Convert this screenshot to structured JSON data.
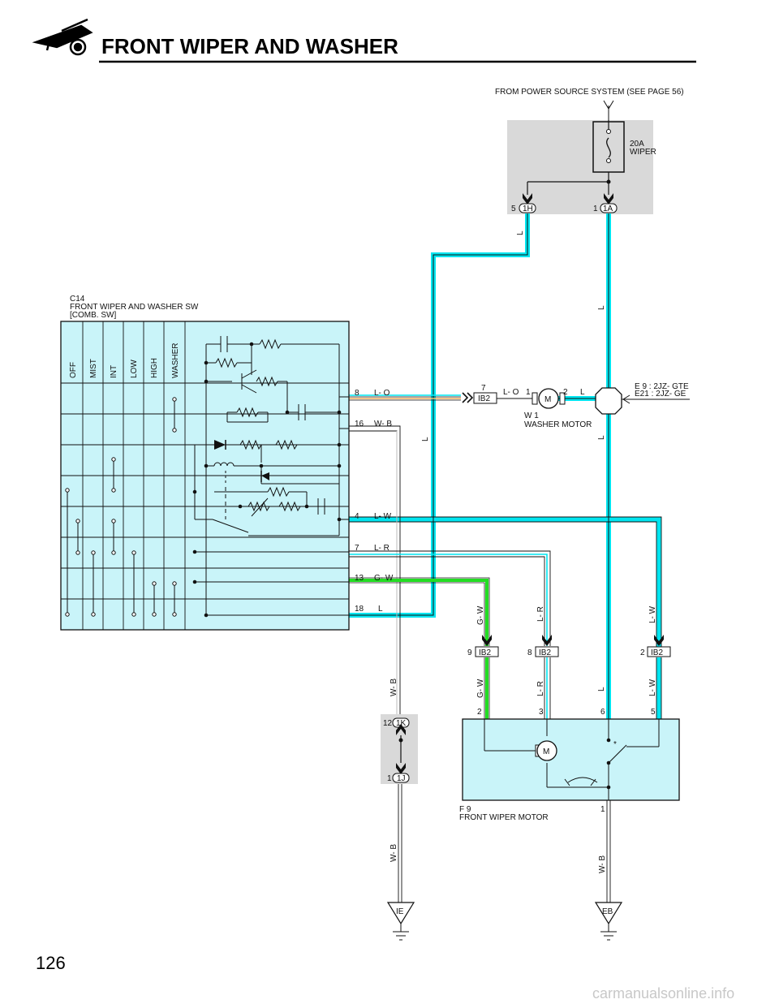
{
  "header": {
    "title": "FRONT WIPER AND WASHER"
  },
  "power": {
    "source_note": "FROM POWER SOURCE SYSTEM (SEE PAGE 56)",
    "fuse_amp": "20A",
    "fuse_name": "WIPER"
  },
  "junctions": {
    "j1h": {
      "pin": "5",
      "code": "1H"
    },
    "j1a": {
      "pin": "1",
      "code": "1A"
    },
    "j1k": {
      "pin": "12",
      "code": "1K"
    },
    "j1j": {
      "pin": "1",
      "code": "1J"
    }
  },
  "switch": {
    "code": "C14",
    "name": "FRONT WIPER AND WASHER SW",
    "sub": "[COMB.  SW]",
    "positions": [
      "OFF",
      "MIST",
      "INT",
      "LOW",
      "HIGH",
      "WASHER"
    ],
    "pins": [
      {
        "pin": "8",
        "color": "L- O"
      },
      {
        "pin": "16",
        "color": "W- B"
      },
      {
        "pin": "4",
        "color": "L- W"
      },
      {
        "pin": "7",
        "color": "L- R"
      },
      {
        "pin": "13",
        "color": "G- W"
      },
      {
        "pin": "18",
        "color": "L"
      }
    ]
  },
  "washer_motor": {
    "code": "W 1",
    "name": "WASHER MOTOR",
    "conn": "IB2",
    "conn_pin": "7",
    "pin1": "1",
    "pin2": "2",
    "wire_in": "L- O",
    "wire_out": "L",
    "symbol": "M"
  },
  "ground_note": {
    "line1": "E 9 : 2JZ- GTE",
    "line2": "E21 : 2JZ- GE"
  },
  "ib2_connectors": [
    {
      "pin": "9",
      "code": "IB2",
      "wire": "G- W"
    },
    {
      "pin": "8",
      "code": "IB2",
      "wire": "L- R"
    },
    {
      "pin": "2",
      "code": "IB2",
      "wire": "L- W"
    }
  ],
  "wiper_motor": {
    "code": "F 9",
    "name": "FRONT WIPER MOTOR",
    "pins": [
      "2",
      "3",
      "6",
      "5"
    ],
    "ground_pin": "1",
    "symbol": "M"
  },
  "wire_labels": {
    "l": "L",
    "wb": "W- B",
    "gw": "G- W",
    "lr": "L- R",
    "lw": "L- W"
  },
  "grounds": {
    "left": "IE",
    "right": "EB"
  },
  "footer": {
    "page_number": "126",
    "watermark": "carmanualsonline.info"
  },
  "colors": {
    "wire_highlight": "#00e5f0",
    "green_wire": "#22dd22",
    "shade": "#d9d9d9",
    "component_fill": "#c9f4f9"
  }
}
